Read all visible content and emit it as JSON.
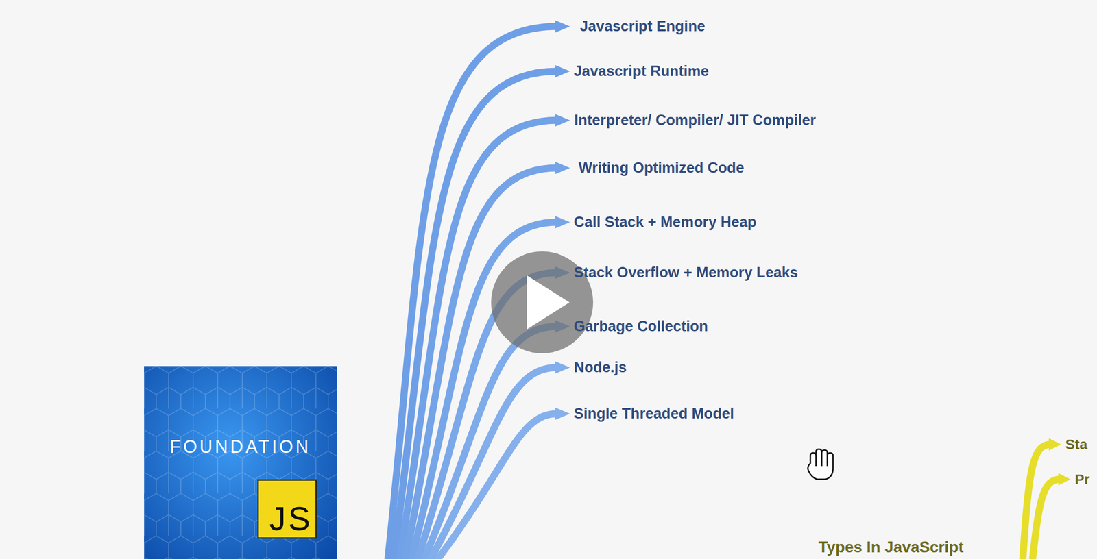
{
  "diagram": {
    "nodes": [
      {
        "text": [
          "FOUNDATION"
        ]
      },
      {
        "text": [
          "JS"
        ],
        "in": 0
      }
    ],
    "labels": [
      "Javascript Engine",
      "Javascript Runtime",
      "Interpreter/ Compiler/ JIT Compiler",
      "Writing Optimized Code",
      "Call Stack + Memory Heap",
      "Stack Overflow + Memory Leaks",
      "Garbage Collection",
      "Node.js",
      "Single Threaded Model",
      "Types In JavaScript",
      "Sta",
      "Pr"
    ]
  }
}
